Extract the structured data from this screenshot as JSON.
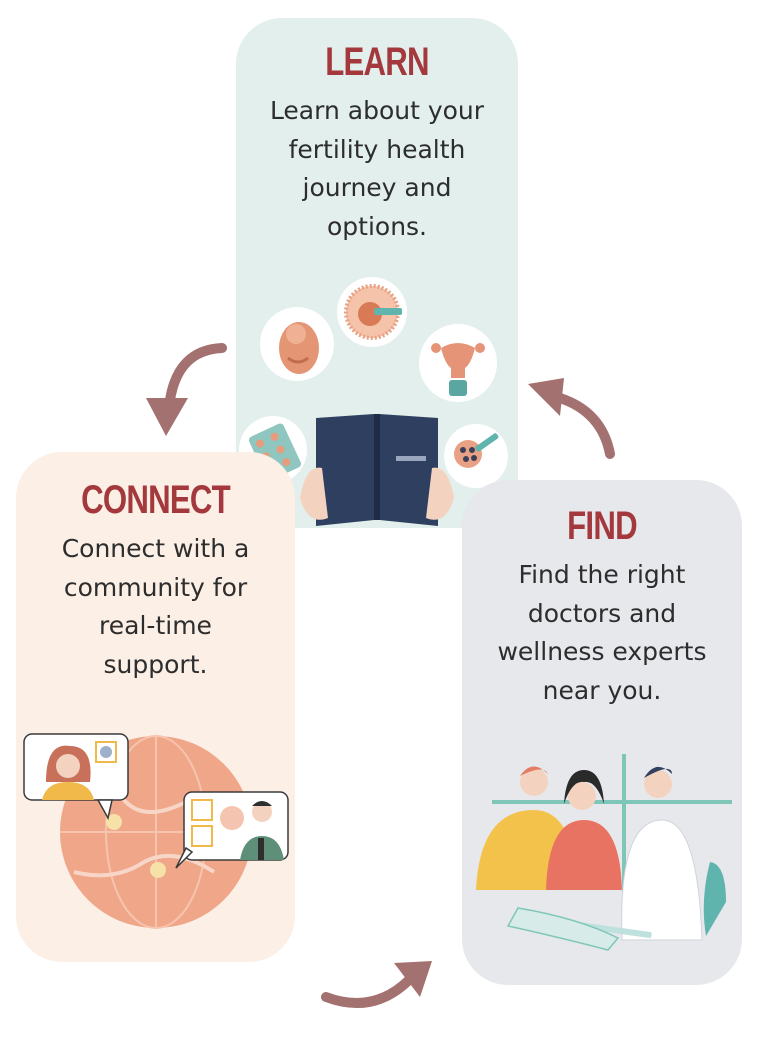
{
  "cards": {
    "learn": {
      "title": "LEARN",
      "text": "Learn about your\nfertility health\njourney and\noptions."
    },
    "connect": {
      "title": "CONNECT",
      "text": "Connect with a\ncommunity for\nreal-time\nsupport."
    },
    "find": {
      "title": "FIND",
      "text": "Find the right\ndoctors and\nwellness experts\nnear you."
    }
  },
  "colors": {
    "title": "#a3393c",
    "arrow": "#a3716f",
    "learn_bg": "#e2efed",
    "connect_bg": "#fbefe6",
    "find_bg": "#e7e8ec"
  },
  "icons": [
    "fetus-icon",
    "egg-cell-icon",
    "uterus-icon",
    "pill-pack-icon",
    "injection-icon",
    "book-icon",
    "globe-icon",
    "woman-avatar-icon",
    "man-avatar-icon",
    "patient-couple-icon",
    "doctor-icon"
  ]
}
